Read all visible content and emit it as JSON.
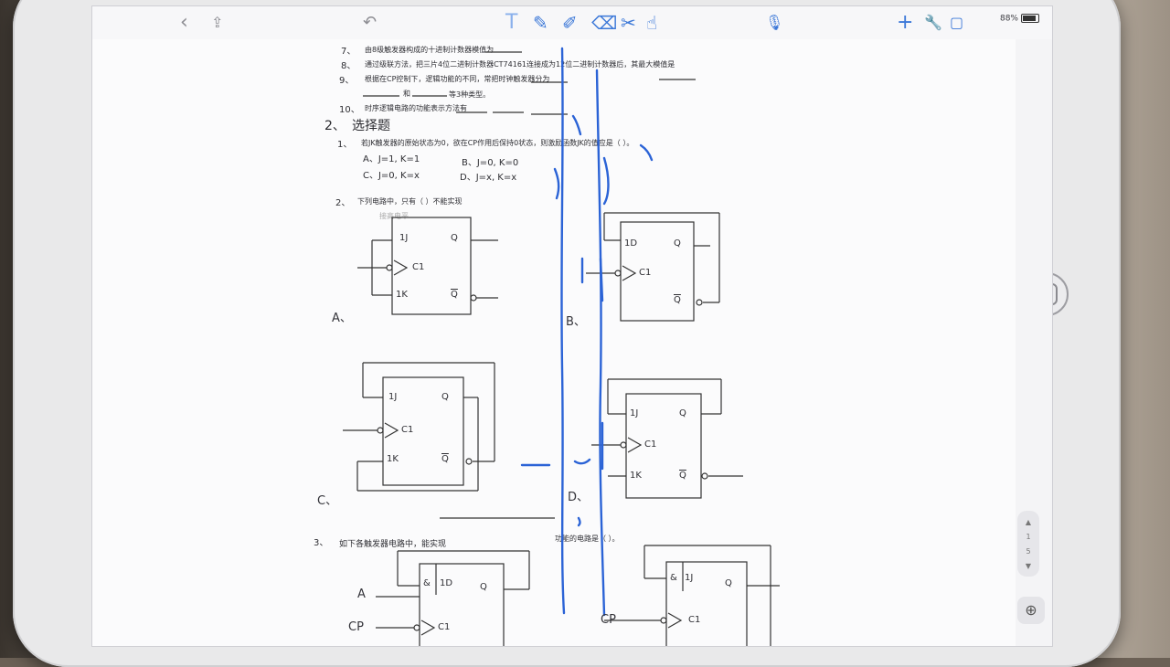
{
  "toolbar": {
    "back_icon": "chevron-left-icon",
    "share_icon": "share-icon",
    "undo_icon": "undo-icon",
    "text_tool": "T",
    "tools": [
      "pen-icon",
      "highlighter-icon",
      "eraser-icon",
      "scissors-icon",
      "hand-icon"
    ],
    "mic_icon": "microphone-icon",
    "add": "+",
    "battery": "88%"
  },
  "questions": {
    "q7_num": "7、",
    "q7": "由8级触发器构成的十进制计数器模值为",
    "q8_num": "8、",
    "q8": "通过级联方法，把三片4位二进制计数器CT74161连接成为12位二进制计数器后，其最大模值是",
    "q9_num": "9、",
    "q9": "根据在CP控制下，逻辑功能的不同，常把时钟触发器分为",
    "q9b_mid": "和",
    "q9b_end": "等3种类型。",
    "q10_num": "10、",
    "q10": "时序逻辑电路的功能表示方法有",
    "sec2_num": "2、",
    "sec2": "选择题",
    "c1_num": "1、",
    "c1": "若JK触发器的原始状态为0，欲在CP作用后保持0状态，则激励函数JK的值应是（   ）。",
    "c1_a": "A、J=1, K=1",
    "c1_b": "B、J=0, K=0",
    "c1_c": "C、J=0, K=x",
    "c1_d": "D、J=x, K=x",
    "c2_num": "2、",
    "c2": "下列电路中，只有（   ）不能实现",
    "c2_sub": "接高电平",
    "c3_num": "3、",
    "c3": "如下各触发器电路中，能实现",
    "c3_tail": "功能的电路是（   ）。"
  },
  "circuits": {
    "a_label": "A、",
    "b_label": "B、",
    "c_label": "C、",
    "d_label": "D、",
    "j1": "1J",
    "c1": "C1",
    "k1": "1K",
    "q": "Q",
    "qbar": "Q",
    "d1": "1D",
    "amp": "&",
    "in_a": "A",
    "in_cp": "CP"
  },
  "scroll": {
    "top": "1",
    "bottom": "5"
  },
  "zoom_icon": "zoom-in-icon",
  "colors": {
    "ink": "#2b63d6",
    "page": "#fbfbfc",
    "toolbar_accent": "#3c78d8"
  }
}
